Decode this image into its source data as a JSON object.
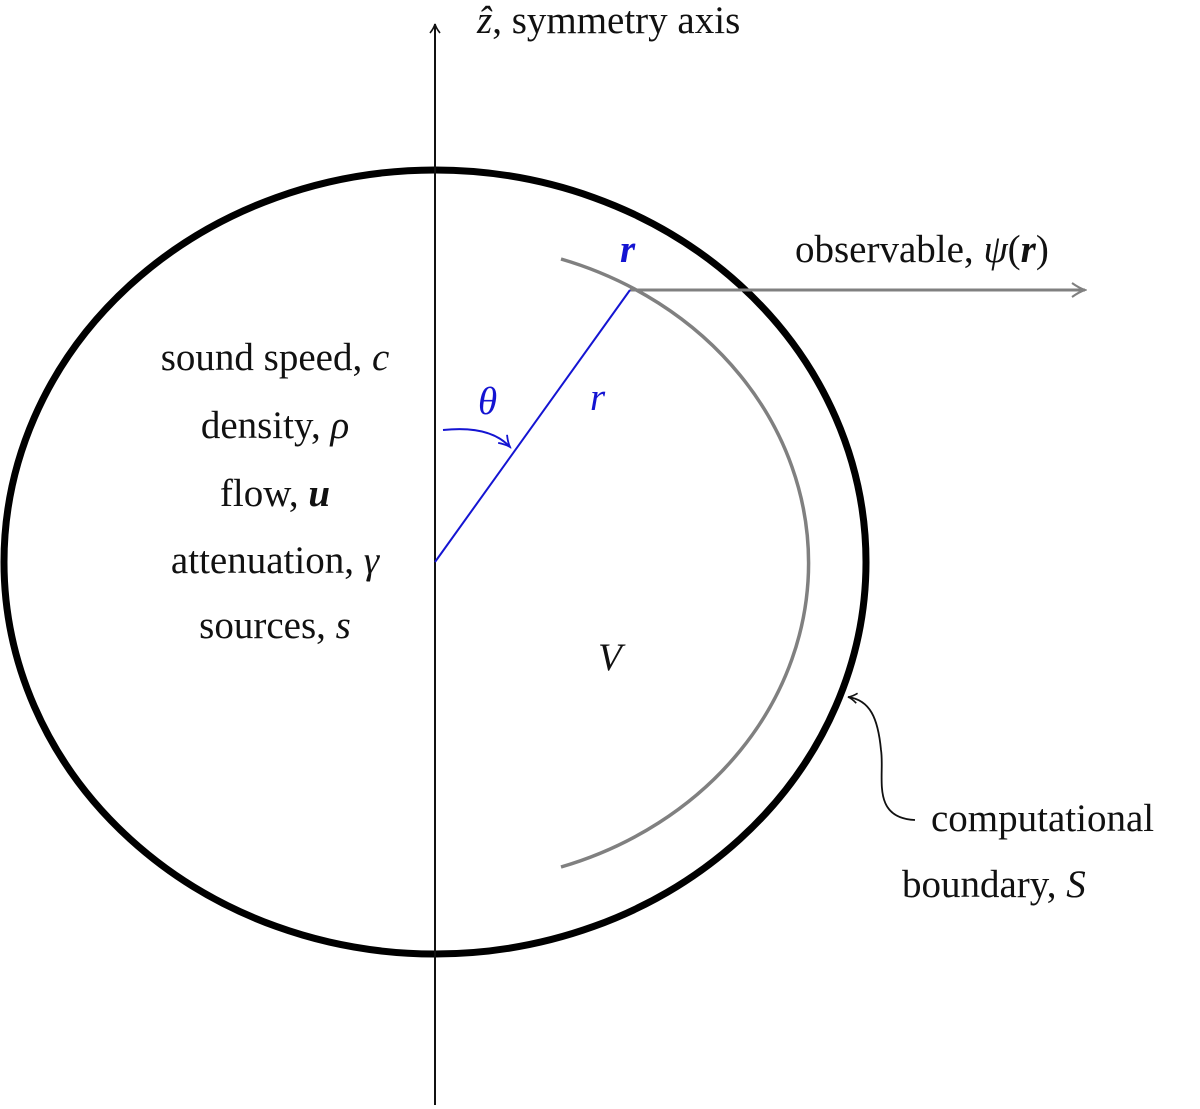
{
  "axis": {
    "symbol": "ẑ",
    "suffix": ", symmetry axis"
  },
  "properties": [
    {
      "text": "sound speed, ",
      "symbol": "c",
      "style": "it"
    },
    {
      "text": "density, ",
      "symbol": "ρ",
      "style": "it"
    },
    {
      "text": "flow, ",
      "symbol": "u",
      "style": "bi"
    },
    {
      "text": "attenuation, ",
      "symbol": "γ",
      "style": "it"
    },
    {
      "text": "sources, ",
      "symbol": "s",
      "style": "it"
    }
  ],
  "angle_symbol": "θ",
  "radius_symbol": "r",
  "position_symbol": "r",
  "observable": {
    "text": "observable, ",
    "func": "ψ",
    "open": "(",
    "arg": "r",
    "close": ")"
  },
  "volume_symbol": "V",
  "boundary": {
    "line1": "computational",
    "line2_text": "boundary, ",
    "line2_symbol": "S"
  },
  "colors": {
    "ink": "#111111",
    "accent": "#1414d2",
    "gray": "#808080"
  }
}
